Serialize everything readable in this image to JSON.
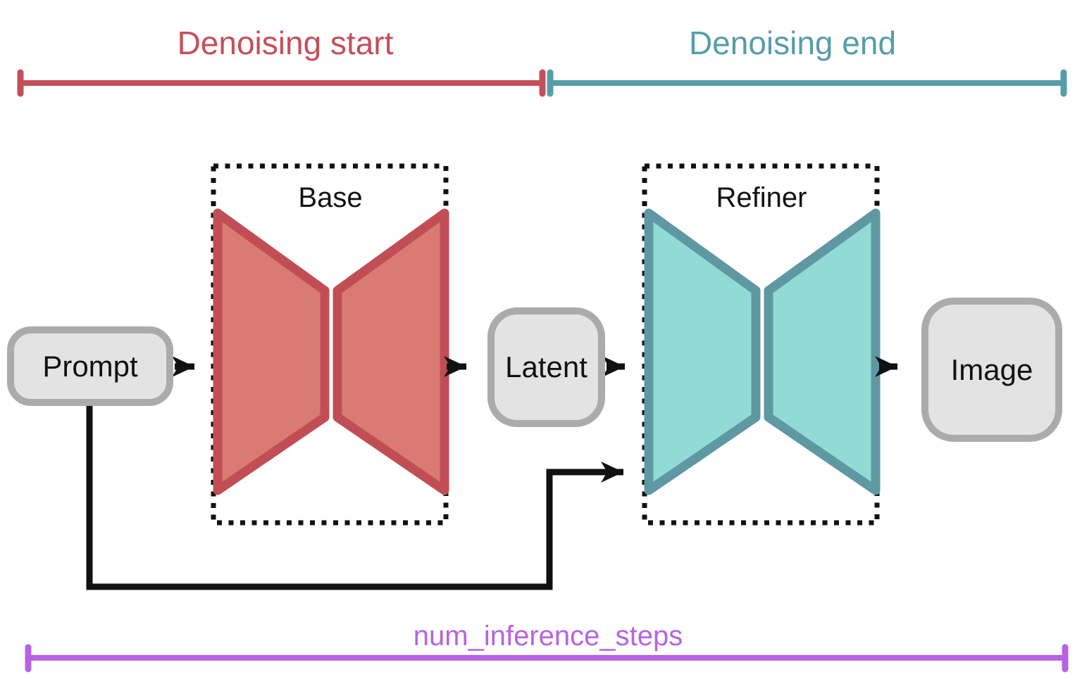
{
  "annotations": {
    "denoising_start": {
      "label": "Denoising start",
      "color": "#c44f5a"
    },
    "denoising_end": {
      "label": "Denoising end",
      "color": "#569dab"
    },
    "num_inference_steps": {
      "label": "num_inference_steps",
      "color": "#b763e3"
    }
  },
  "models": {
    "base": {
      "label": "Base",
      "fill": "#d97b72",
      "stroke": "#c24e55"
    },
    "refiner": {
      "label": "Refiner",
      "fill": "#92dbd5",
      "stroke": "#5e98a2"
    }
  },
  "nodes": {
    "prompt": {
      "label": "Prompt"
    },
    "latent": {
      "label": "Latent"
    },
    "image": {
      "label": "Image"
    }
  },
  "connections": [
    {
      "from": "prompt",
      "to": "base"
    },
    {
      "from": "base",
      "to": "latent"
    },
    {
      "from": "latent",
      "to": "refiner"
    },
    {
      "from": "refiner",
      "to": "image"
    },
    {
      "from": "prompt",
      "to": "refiner"
    }
  ],
  "style": {
    "node_fill": "#e3e3e3",
    "node_border": "#ababab",
    "arrow_color": "#111111"
  }
}
